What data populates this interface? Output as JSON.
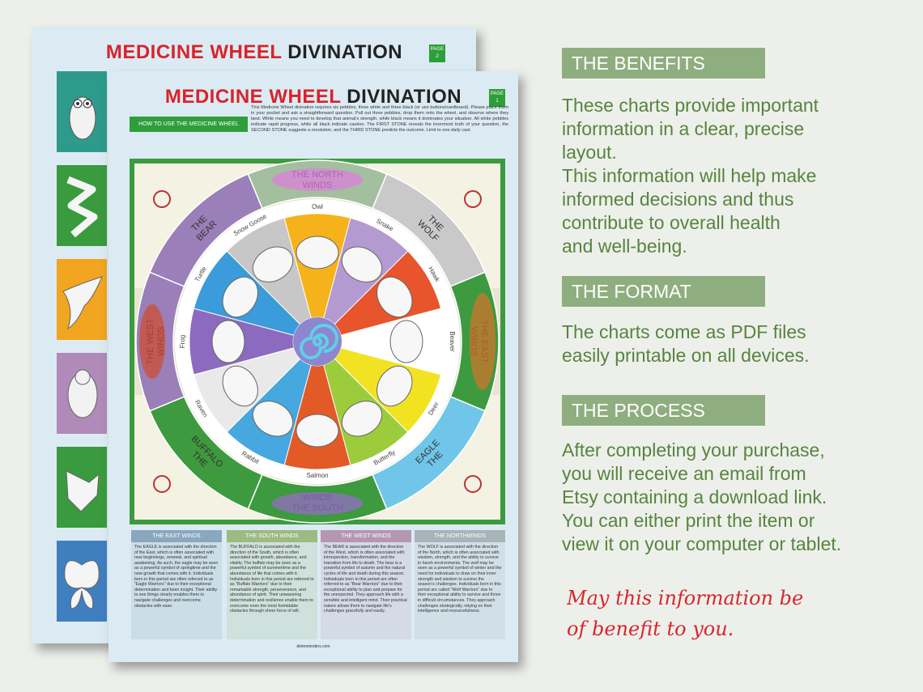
{
  "back_page": {
    "title_red": "MEDICINE WHEEL",
    "title_black": "DIVINATION",
    "page_label": "PAGE",
    "page_num": "2",
    "icons": [
      "owl-icon",
      "snake-icon",
      "hawk-icon",
      "beaver-icon",
      "deer-icon",
      "butterfly-icon"
    ]
  },
  "front_page": {
    "title_red": "MEDICINE WHEEL",
    "title_black": "DIVINATION",
    "page_label": "PAGE",
    "page_num": "1",
    "howto_label": "HOW TO USE THE MEDICINE WHEEL",
    "instructions": "This Medicine Wheel divination requires six pebbles, three white and three black (or use buttons/cardboard). Please place them in your pocket and ask a straightforward question. Pull out three pebbles, drop them onto the wheel, and observe where they land. White means you need to develop that animal's strength, while black means it dominates your situation. All white pebbles indicate rapid progress, while all black indicate caution. The FIRST STONE reveals the innermost truth of your question, the SECOND STONE suggests a resolution, and the THIRD STONE predicts the outcome. Limit to one daily cast.",
    "wheel": {
      "directions": [
        {
          "line1": "THE NORTH",
          "line2": "WINDS"
        },
        {
          "line1": "THE",
          "line2": "WOLF"
        },
        {
          "line1": "THE EAST",
          "line2": "WINDS"
        },
        {
          "line1": "THE",
          "line2": "EAGLE"
        },
        {
          "line1": "THE SOUTH",
          "line2": "WINDS"
        },
        {
          "line1": "THE",
          "line2": "BUFFALO"
        },
        {
          "line1": "THE WEST",
          "line2": "WINDS"
        },
        {
          "line1": "THE",
          "line2": "BEAR"
        }
      ],
      "animals": [
        "Owl",
        "Snake",
        "Hawk",
        "Beaver",
        "Deer",
        "Butterfly",
        "Salmon",
        "Rabbit",
        "Raven",
        "Frog",
        "Turtle",
        "Snow Goose"
      ],
      "colors": [
        "#f6b21a",
        "#b39ad0",
        "#e8542c",
        "#ffffff",
        "#f2e322",
        "#9ccc3c",
        "#e25a26",
        "#47a7df",
        "#e9e9e9",
        "#8b6abf",
        "#3b9bdb",
        "#c7c7c7"
      ]
    },
    "winds": [
      {
        "heading": "THE EAST WINDS",
        "color": "#89a8bd",
        "text": "The EAGLE is associated with the direction of the East, which is often associated with new beginnings, renewal, and spiritual awakening. As such, the eagle may be seen as a powerful symbol of springtime and the new growth that comes with it. Individuals born in this period are often referred to as \"Eagle Warriors\" due to their exceptional determination and keen insight. Their ability to see things clearly enables them to navigate challenges and overcome obstacles with ease."
      },
      {
        "heading": "THE SOUTH WINDS",
        "color": "#9dba82",
        "text": "The BUFFALO is associated with the direction of the South, which is often associated with growth, abundance, and vitality. The buffalo may be seen as a powerful symbol of summertime and the abundance of life that comes with it. Individuals born in this period are referred to as \"Buffalo Warriors\" due to their remarkable strength, perseverance, and abundance of spirit. Their unwavering determination and resilience enable them to overcome even the most formidable obstacles through sheer force of will."
      },
      {
        "heading": "THE WEST WINDS",
        "color": "#b597b4",
        "text": "The BEAR is associated with the direction of the West, which is often associated with introspection, transformation, and the transition from life to death. The bear is a powerful symbol of autumn and the natural cycles of life and death during this season. Individuals born in this period are often referred to as \"Bear Warriors\" due to their exceptional ability to plan and prepare for the unexpected. They approach life with a sensible and intelligent mind. Their practical nature allows them to navigate life's challenges gracefully and easily."
      },
      {
        "heading": "THE NORTHWINDS",
        "color": "#a7b5b9",
        "text": "The WOLF is associated with the direction of the North, which is often associated with wisdom, strength, and the ability to survive in harsh environments. The wolf may be seen as a powerful symbol of winter and the need for individuals to draw on their inner strength and wisdom to survive the season's challenges. Individuals born in this period are called \"Wolf Warriors\" due to their exceptional ability to survive and thrive in difficult circumstances. They approach challenges strategically, relying on their intelligence and resourcefulness."
      }
    ],
    "site": "dietreminders.com"
  },
  "panel": {
    "benefits_heading": "THE BENEFITS",
    "benefits_lines": [
      "These charts provide important",
      "information in a clear, precise",
      "layout.",
      "This information will help make",
      "informed decisions and thus",
      "contribute to overall health",
      "and well-being."
    ],
    "format_heading": "THE FORMAT",
    "format_lines": [
      "The charts come as PDF files",
      "easily printable on all devices."
    ],
    "process_heading": "THE PROCESS",
    "process_lines": [
      "After completing your purchase,",
      "you will receive an email from",
      "Etsy containing a download link.",
      "You can either print the item or",
      "view it on your computer or tablet."
    ],
    "closing_lines": [
      "May this information be",
      "of benefit to you."
    ]
  },
  "accent_colors": {
    "green": "#2e9e3a",
    "section_green": "#8fae7f",
    "body_text": "#57843f",
    "red": "#d9262c"
  }
}
